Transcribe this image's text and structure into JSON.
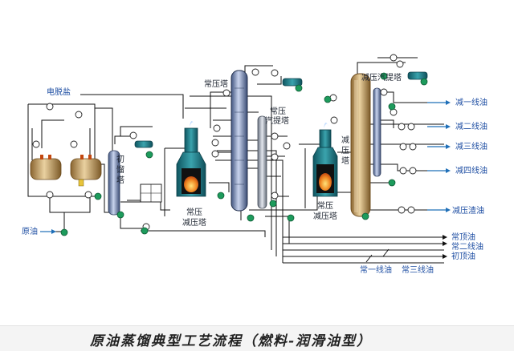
{
  "caption": "原油蒸馏典型工艺流程（燃料-润滑油型）",
  "labels": {
    "desalter": "电脱盐",
    "crude_oil": "原油",
    "flash_tower": [
      "初",
      "馏",
      "塔"
    ],
    "atm_furnace": [
      "常压",
      "减压塔"
    ],
    "atm_tower": "常压塔",
    "atm_stripper": [
      "常压",
      "汽提塔"
    ],
    "vac_stripper": "减压汽提塔",
    "vac_tower": [
      "减",
      "压",
      "塔"
    ],
    "vac_furnace": [
      "常压",
      "减压塔"
    ],
    "vac_first": "减一线油",
    "vac_second": "减二线油",
    "vac_third": "减三线油",
    "vac_fourth": "减四线油",
    "vac_residue": "减压渣油",
    "atm_top": "常顶油",
    "atm_second": "常二线油",
    "initial_top": "初顶油",
    "atm_first": "常一线油",
    "atm_third": "常三线油"
  },
  "colors": {
    "label_blue": "#1f4fa3",
    "pipe_blue": "#1f6fb8",
    "pump_green": "#1d9b5c",
    "furnace_teal": "#1f7f8c",
    "flame_orange": "#f08a24",
    "vac_tower_tan": "#c99a55",
    "column_steel": "#6f86b5"
  }
}
